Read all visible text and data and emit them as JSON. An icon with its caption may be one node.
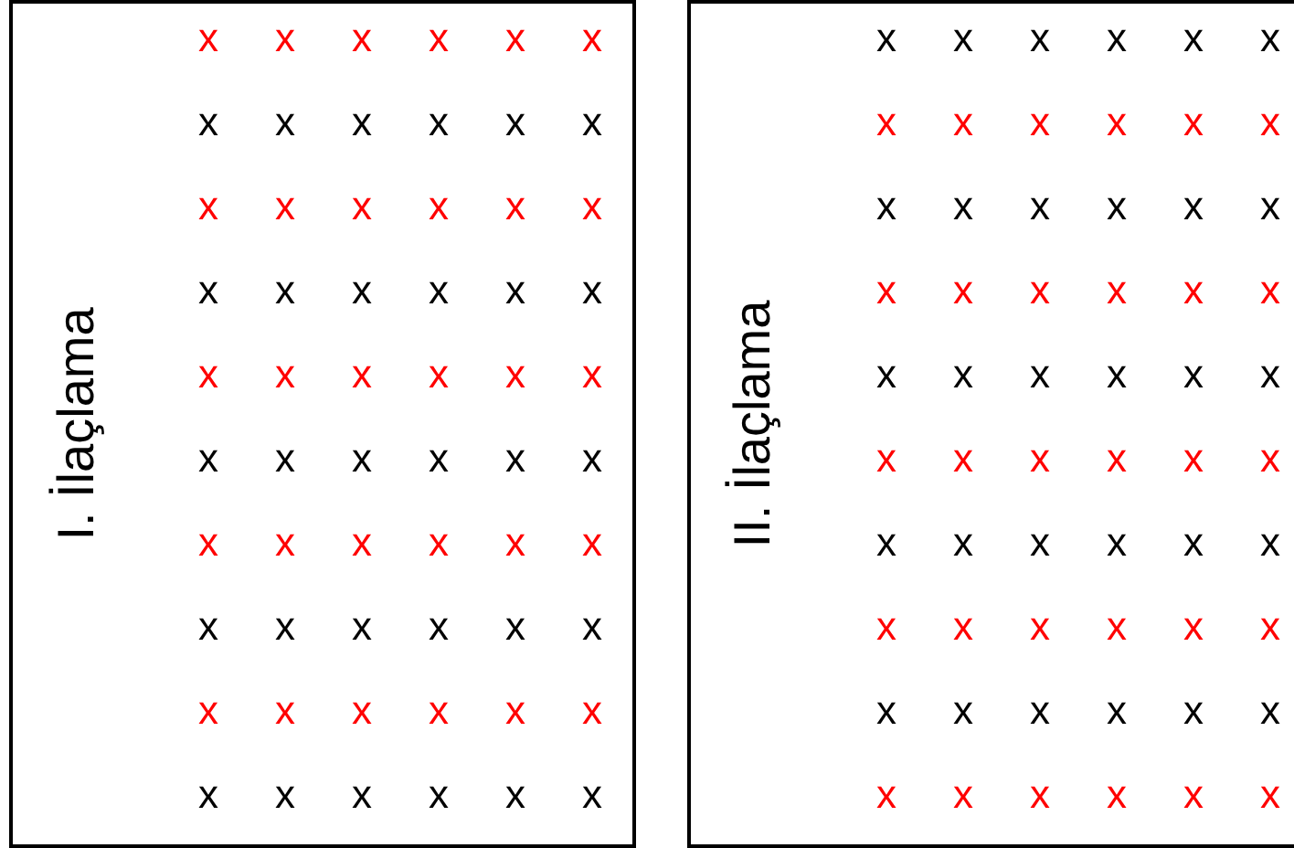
{
  "diagram": {
    "nodes": [
      {
        "text": [
          "I. İlaçlama"
        ]
      },
      {
        "text": [
          "II. İlaçlama"
        ]
      }
    ],
    "labels": [
      "x",
      "x",
      "x",
      "x",
      "x",
      "x",
      "x",
      "x",
      "x",
      "x",
      "x",
      "x",
      "x",
      "x",
      "x",
      "x",
      "x",
      "x",
      "x",
      "x",
      "x",
      "x",
      "x",
      "x",
      "x",
      "x",
      "x",
      "x",
      "x",
      "x",
      "x",
      "x",
      "x",
      "x",
      "x",
      "x",
      "x",
      "x",
      "x",
      "x",
      "x",
      "x",
      "x",
      "x",
      "x",
      "x",
      "x",
      "x",
      "x",
      "x",
      "x",
      "x",
      "x",
      "x",
      "x",
      "x",
      "x",
      "x",
      "x",
      "x",
      "x",
      "x",
      "x",
      "x",
      "x",
      "x",
      "x",
      "x",
      "x",
      "x",
      "x",
      "x",
      "x",
      "x",
      "x",
      "x",
      "x",
      "x",
      "x",
      "x",
      "x",
      "x",
      "x",
      "x",
      "x",
      "x",
      "x",
      "x",
      "x",
      "x",
      "x",
      "x",
      "x",
      "x",
      "x",
      "x",
      "x",
      "x",
      "x",
      "x",
      "x",
      "x",
      "x",
      "x",
      "x",
      "x",
      "x",
      "x",
      "x",
      "x",
      "x",
      "x",
      "x",
      "x",
      "x",
      "x",
      "x",
      "x",
      "x",
      "x"
    ]
  }
}
